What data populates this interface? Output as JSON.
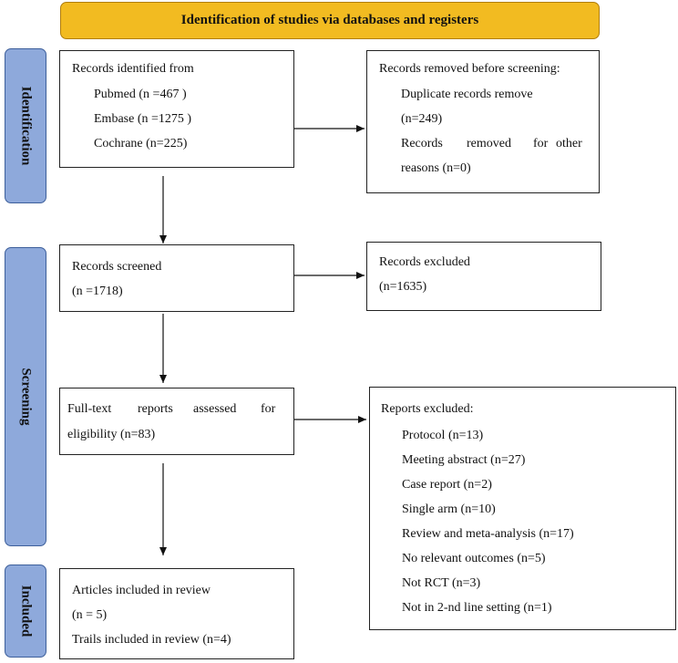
{
  "header": {
    "title": "Identification of studies via databases and registers"
  },
  "phases": {
    "identification": "Identification",
    "screening": "Screening",
    "included": "Included"
  },
  "boxes": {
    "identified": {
      "heading": "Records identified from",
      "items": [
        "Pubmed (n =467 )",
        "Embase (n =1275 )",
        "Cochrane (n=225)"
      ]
    },
    "removed": {
      "heading": "Records removed before screening:",
      "lines": [
        "Duplicate records remove",
        "(n=249)",
        "Records",
        "removed",
        "for",
        "other",
        "reasons (n=0)"
      ]
    },
    "screened": {
      "line1": "Records screened",
      "line2": "(n =1718)"
    },
    "excluded": {
      "line1": "Records excluded",
      "line2": "(n=1635)"
    },
    "fulltext": {
      "words": [
        "Full-text",
        "reports",
        "assessed",
        "for"
      ],
      "line2": "eligibility (n=83)"
    },
    "reports_excluded": {
      "heading": "Reports excluded:",
      "items": [
        "Protocol (n=13)",
        "Meeting abstract (n=27)",
        "Case report (n=2)",
        "Single arm (n=10)",
        "Review and meta-analysis (n=17)",
        "No relevant outcomes (n=5)",
        "Not RCT (n=3)",
        "Not in 2-nd line setting (n=1)"
      ]
    },
    "included": {
      "line1": "Articles included in review",
      "line2": "(n = 5)",
      "line3": "Trails included in review (n=4)"
    }
  }
}
